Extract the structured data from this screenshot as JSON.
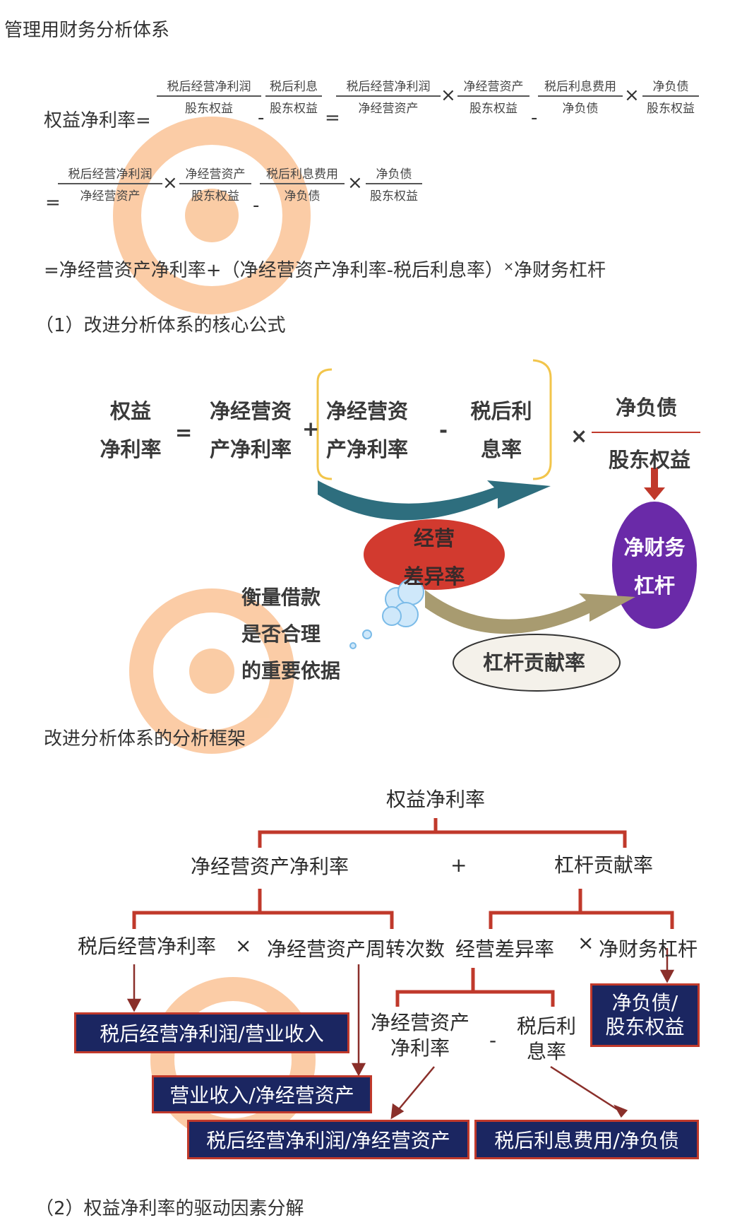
{
  "page_title": "管理用财务分析体系",
  "formula": {
    "lhs": "权益净利率=",
    "row1": [
      {
        "num": "税后经营净利润",
        "den": "股东权益"
      },
      {
        "op": "-"
      },
      {
        "num": "税后利息",
        "den": "股东权益"
      },
      {
        "op": "="
      },
      {
        "num": "税后经营净利润",
        "den": "净经营资产"
      },
      {
        "op": "×"
      },
      {
        "num": "净经营资产",
        "den": "股东权益"
      },
      {
        "op": "-"
      },
      {
        "num": "税后利息费用",
        "den": "净负债"
      },
      {
        "op": "×"
      },
      {
        "num": "净负债",
        "den": "股东权益"
      }
    ],
    "row2_eq": "=",
    "row2": [
      {
        "num": "税后经营净利润",
        "den": "净经营资产"
      },
      {
        "op": "×"
      },
      {
        "num": "净经营资产",
        "den": "股东权益"
      },
      {
        "op": "-"
      },
      {
        "num": "税后利息费用",
        "den": "净负债"
      },
      {
        "op": "×"
      },
      {
        "num": "净负债",
        "den": "股东权益"
      }
    ],
    "row3": "=净经营资产净利率+（净经营资产净利率-税后利息率）",
    "row3_times": "×",
    "row3_tail": "净财务杠杆"
  },
  "section1": "（1）改进分析体系的核心公式",
  "core": {
    "roe_l1": "权益",
    "roe_l2": "净利率",
    "eq": "=",
    "rnoa1_l1": "净经营资",
    "rnoa1_l2": "产净利率",
    "plus": "+",
    "rnoa2_l1": "净经营资",
    "rnoa2_l2": "产净利率",
    "minus": "-",
    "rate_l1": "税后利",
    "rate_l2": "息率",
    "times": "×",
    "nfl_num": "净负债",
    "nfl_den": "股东权益",
    "spread_l1": "经营",
    "spread_l2": "差异率",
    "lev_l1": "净财务",
    "lev_l2": "杠杆",
    "contrib": "杠杆贡献率",
    "note_l1": "衡量借款",
    "note_l2": "是否合理",
    "note_l3": "的重要依据"
  },
  "caption2": "改进分析体系的分析框架",
  "tree": {
    "root": "权益净利率",
    "l_rnoa": "净经营资产净利率",
    "plus": "+",
    "l_contrib": "杠杆贡献率",
    "ros": "税后经营净利率",
    "times1": "×",
    "turnover": "净经营资产周转次数",
    "spread": "经营差异率",
    "times2": "×",
    "lev": "净财务杠杆",
    "sub_rnoa_l1": "净经营资产",
    "sub_rnoa_l2": "净利率",
    "minus": "-",
    "sub_rate_l1": "税后利",
    "sub_rate_l2": "息率",
    "box_ros": "税后经营净利润/营业收入",
    "box_turn": "营业收入/净经营资产",
    "box_rnoa": "税后经营净利润/净经营资产",
    "box_rate": "税后利息费用/净负债",
    "box_lev_l1": "净负债/",
    "box_lev_l2": "股东权益"
  },
  "section2": "（2）权益净利率的驱动因素分解",
  "colors": {
    "navy": "#1b2661",
    "tree_line": "#c0392b",
    "spread_fill": "#d23a2f",
    "lev_fill": "#6a2aa8",
    "bracket": "#f2c54b"
  }
}
